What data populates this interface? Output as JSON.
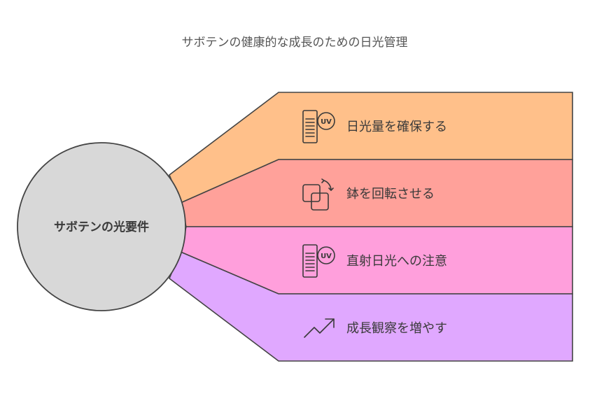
{
  "title": "サボテンの健康的な成長のための日光管理",
  "center": {
    "label": "サボテンの光要件"
  },
  "items": [
    {
      "label": "日光量を確保する",
      "icon": "uv-document-icon",
      "color": "#ffc08a"
    },
    {
      "label": "鉢を回転させる",
      "icon": "rotate-pot-icon",
      "color": "#ffa19a"
    },
    {
      "label": "直射日光への注意",
      "icon": "uv-document-icon",
      "color": "#ff9fdc"
    },
    {
      "label": "成長観察を増やす",
      "icon": "trend-up-icon",
      "color": "#e0a8ff"
    }
  ],
  "colors": {
    "circle_fill": "#d8d8d8",
    "stroke": "#444444"
  }
}
